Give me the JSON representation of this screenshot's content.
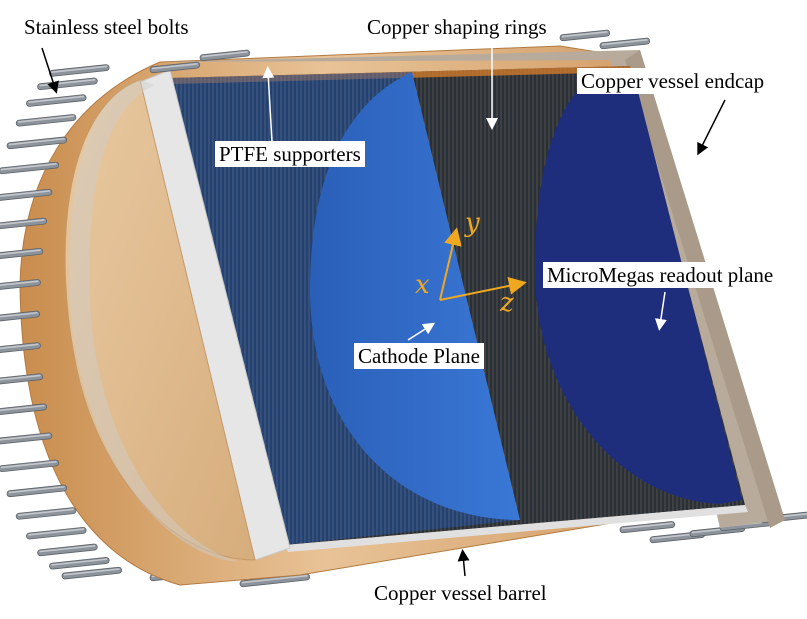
{
  "labels": {
    "bolts": "Stainless steel bolts",
    "rings": "Copper shaping rings",
    "endcap": "Copper vessel endcap",
    "ptfe": "PTFE supporters",
    "micromegas": "MicroMegas readout plane",
    "cathode": "Cathode Plane",
    "barrel": "Copper vessel barrel"
  },
  "axes": {
    "x": "x",
    "y": "y",
    "z": "z"
  },
  "colors": {
    "copper": "#d19a5e",
    "copper_light": "#e8c49a",
    "flange_face": "#e2be94",
    "frame": "#b6a898",
    "ptfe": "#dcdcdc",
    "rings": "#2b3540",
    "cathode": "#2c66c4",
    "readout": "#1d2c7a",
    "bolt": "#8a8f96",
    "axis": "#f0a820"
  }
}
